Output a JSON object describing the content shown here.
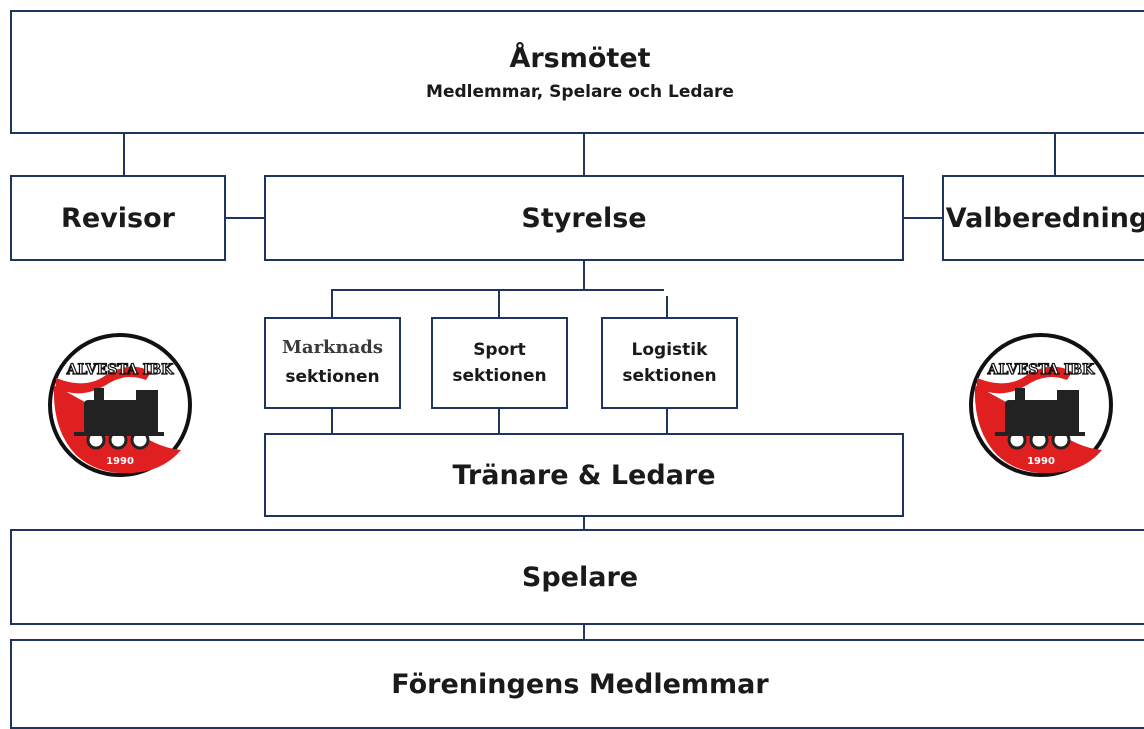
{
  "top": {
    "title": "Årsmötet",
    "subtitle": "Medlemmar, Spelare och Ledare"
  },
  "revisor": "Revisor",
  "styrelse": "Styrelse",
  "valberedning": "Valberedning",
  "sections": {
    "marknads": {
      "line1": "Marknads",
      "line2": "sektionen"
    },
    "sport": {
      "line1": "Sport",
      "line2": "sektionen"
    },
    "logistik": {
      "line1": "Logistik",
      "line2": "sektionen"
    }
  },
  "tranare": "Tränare & Ledare",
  "spelare": "Spelare",
  "medlemmar": "Föreningens Medlemmar",
  "logo": {
    "name": "ALVESTA IBK",
    "year": "1990"
  },
  "colors": {
    "border": "#1f3560",
    "logo_red": "#e02020",
    "text": "#1a1a1a"
  }
}
